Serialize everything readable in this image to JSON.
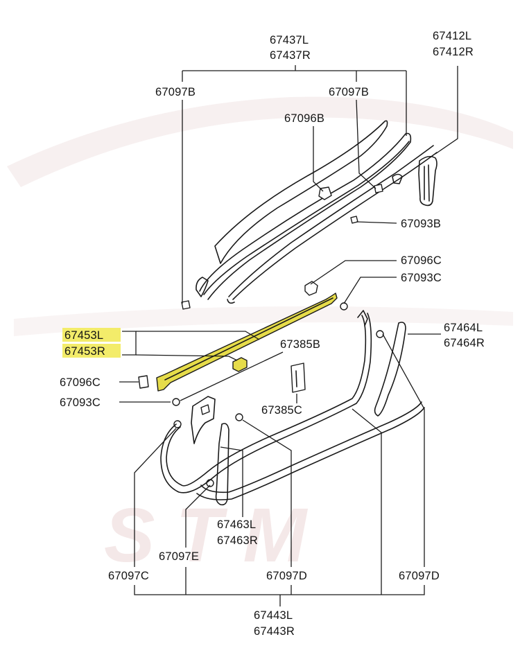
{
  "labels": {
    "p67437": [
      "67437L",
      "67437R"
    ],
    "p67412": [
      "67412L",
      "67412R"
    ],
    "p67097b_left": "67097B",
    "p67097b_right": "67097B",
    "p67096b": "67096B",
    "p67093b": "67093B",
    "p67096c_right": "67096C",
    "p67093c_right": "67093C",
    "p67453": [
      "67453L",
      "67453R"
    ],
    "p67385b": "67385B",
    "p67464": [
      "67464L",
      "67464R"
    ],
    "p67096c_left": "67096C",
    "p67093c_left": "67093C",
    "p67385c": "67385C",
    "p67463": [
      "67463L",
      "67463R"
    ],
    "p67097e": "67097E",
    "p67097c": "67097C",
    "p67097d_mid": "67097D",
    "p67097d_right": "67097D",
    "p67443": [
      "67443L",
      "67443R"
    ]
  },
  "highlight": {
    "part": "67453L/67453R",
    "color": "#f3ec6a"
  },
  "watermark": {
    "text": "STM",
    "color": "#f2e6e6"
  }
}
